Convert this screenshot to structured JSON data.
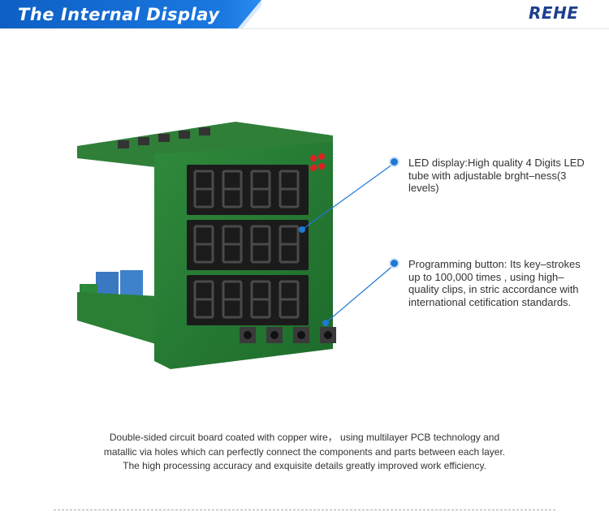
{
  "header": {
    "title": "The Internal Display",
    "logo": "REHE",
    "colors": {
      "banner": "#1a73d9",
      "logo": "#1c3f8f"
    }
  },
  "callouts": {
    "led": "LED display:High quality 4 Digits LED tube with adjustable brght–ness(3 levels)",
    "button": "Programming button:  Its key–strokes up to 100,000 times ,  using high–quality clips, in stric accordance with international cetification standards."
  },
  "description": {
    "line1": "Double-sided circuit board coated with copper wire， using multilayer PCB technology and",
    "line2": "matallic via holes which can perfectly connect the components and parts between each layer.",
    "line3": "The high processing accuracy and exquisite details greatly improved work efficiency."
  },
  "product_image": {
    "description_icon": "pcb-led-display-icon",
    "digit_rows": 3,
    "digits_per_row": 4,
    "buttons": 4
  }
}
